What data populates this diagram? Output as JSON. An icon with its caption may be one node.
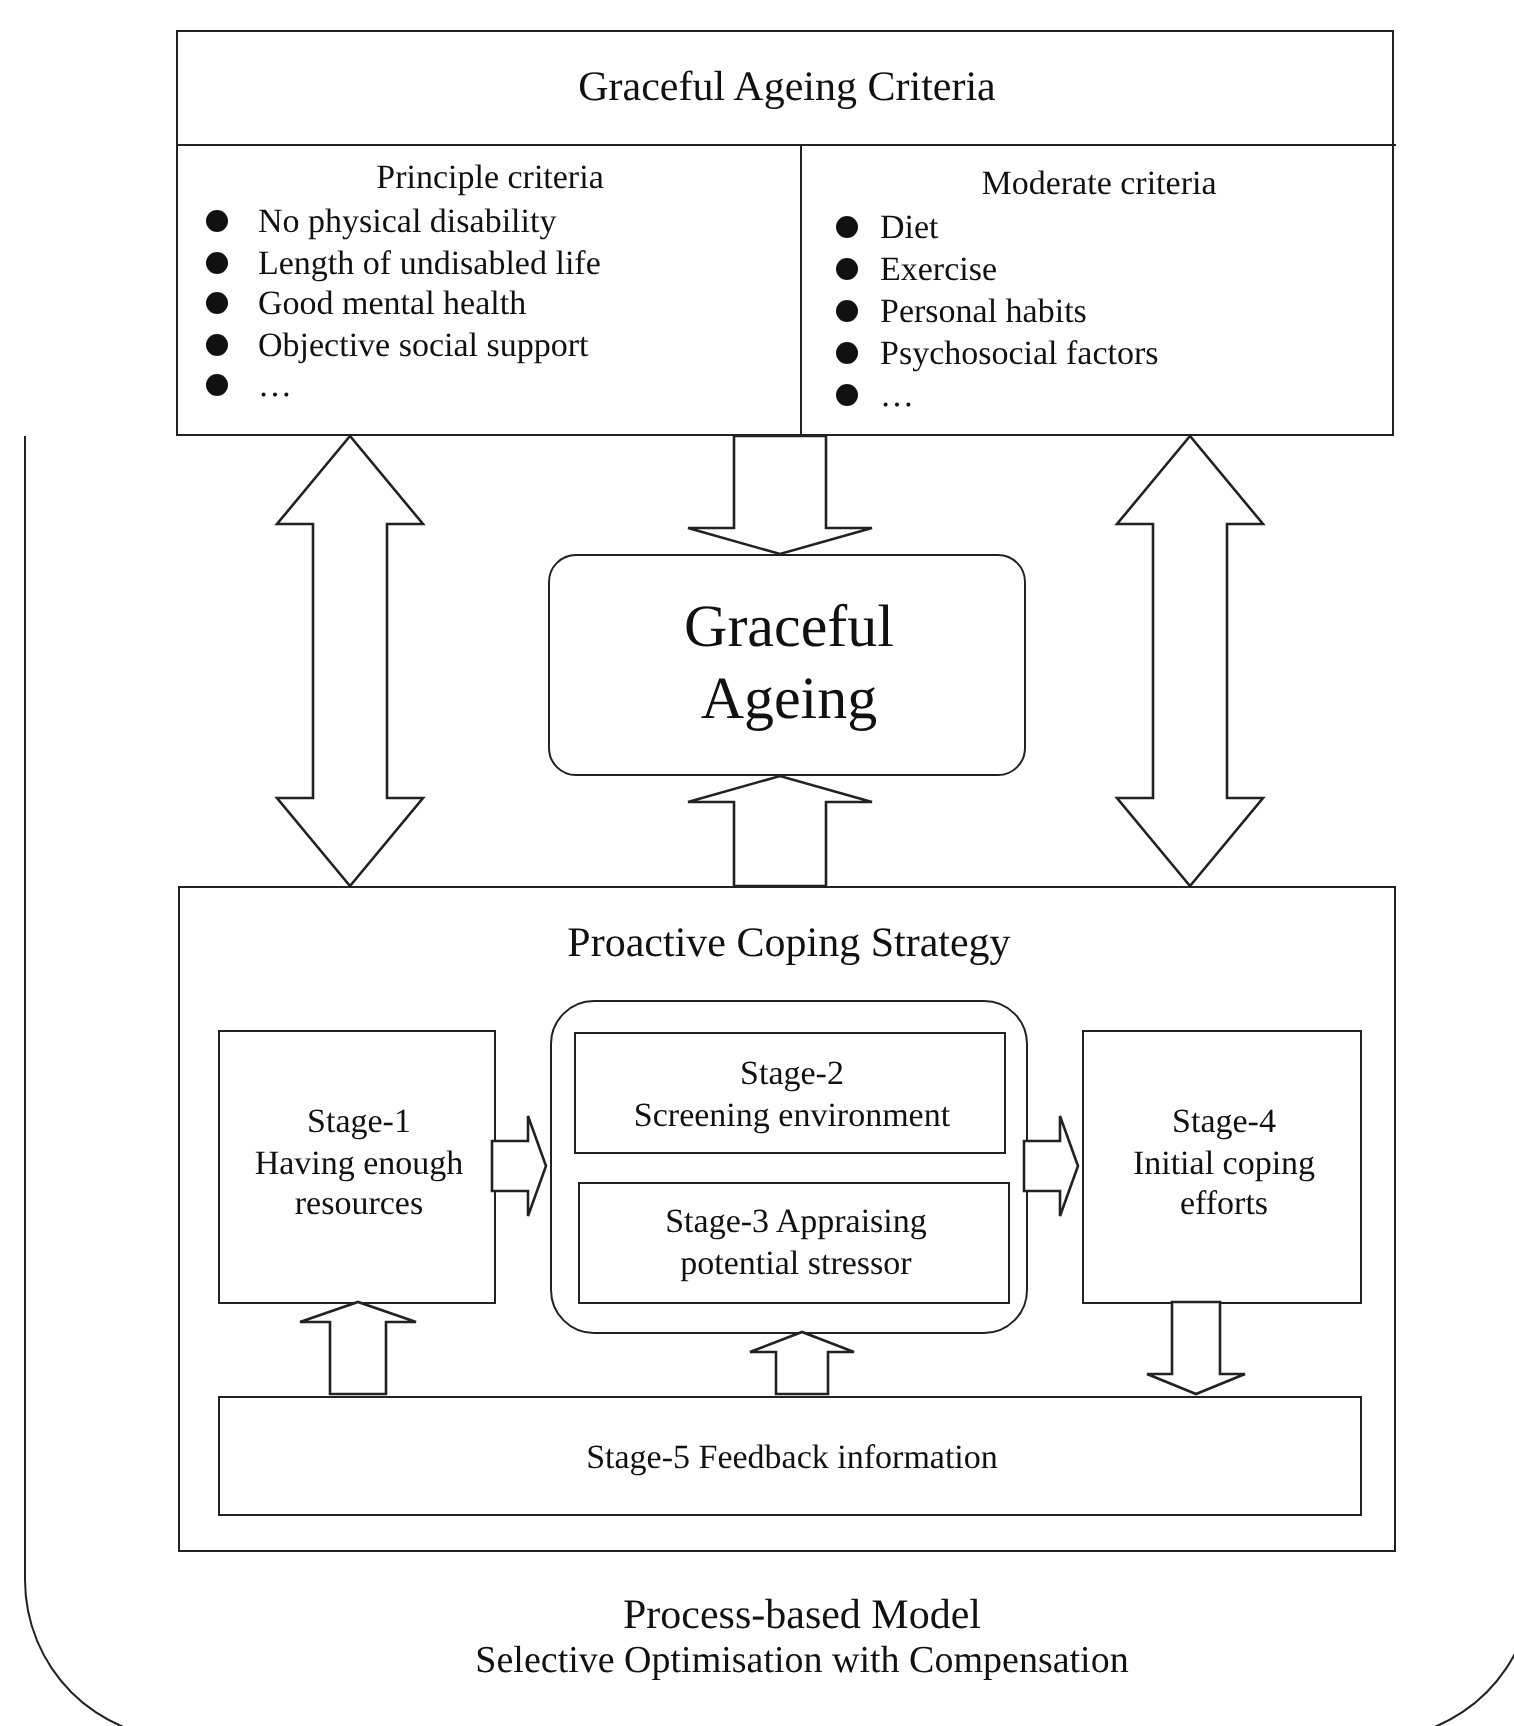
{
  "diagram": {
    "nodes": [
      {
        "text": [
          "Process-based Model",
          "Selective Optimisation with Compensation"
        ]
      },
      {
        "text": [
          "Graceful Ageing Criteria"
        ]
      },
      {
        "text": [
          "Principle criteria",
          "No physical disability",
          "Length of undisabled life",
          "Good mental health",
          "Objective social support",
          "…"
        ],
        "in": 1
      },
      {
        "text": [
          "Moderate criteria",
          "Diet",
          "Exercise",
          "Personal habits",
          "Psychosocial factors",
          "…"
        ],
        "in": 1
      },
      {
        "text": [
          "Graceful Ageing"
        ],
        "in": 0
      },
      {
        "text": [
          "Proactive Coping Strategy"
        ],
        "in": 0
      },
      {
        "text": [
          "Stage-1",
          "Having enough resources"
        ],
        "in": 5
      },
      {
        "text": [],
        "shape": "box",
        "in": 5
      },
      {
        "text": [
          "Stage-2",
          "Screening environment"
        ],
        "in": 7
      },
      {
        "text": [
          "Stage-3 Appraising potential stressor"
        ],
        "in": 7
      },
      {
        "text": [
          "Stage-4",
          "Initial coping efforts"
        ],
        "in": 5
      },
      {
        "text": [
          "Stage-5 Feedback information"
        ],
        "in": 5
      }
    ],
    "edges": [
      {
        "from": 1,
        "to": 5,
        "arrow": "both"
      },
      {
        "from": 1,
        "to": 4,
        "arrow": "to"
      },
      {
        "from": 1,
        "to": 5,
        "arrow": "both"
      },
      {
        "from": 5,
        "to": 4,
        "arrow": "to"
      },
      {
        "from": 6,
        "to": 7,
        "arrow": "to"
      },
      {
        "from": 7,
        "to": 10,
        "arrow": "to"
      },
      {
        "from": 11,
        "to": 6,
        "arrow": "to"
      },
      {
        "from": 11,
        "to": 7,
        "arrow": "to"
      },
      {
        "from": 10,
        "to": 11,
        "arrow": "to"
      }
    ]
  }
}
